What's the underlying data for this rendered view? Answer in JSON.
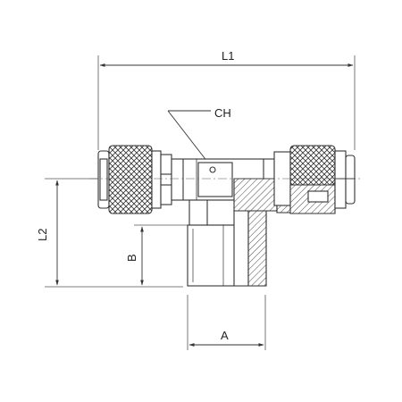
{
  "dimensions": {
    "overall_length": "L1",
    "height": "L2",
    "thread_length": "B",
    "thread_size": "A",
    "wrench_flat": "CH"
  },
  "colors": {
    "line": "#333333",
    "dim_line": "#555555",
    "background": "#ffffff"
  }
}
